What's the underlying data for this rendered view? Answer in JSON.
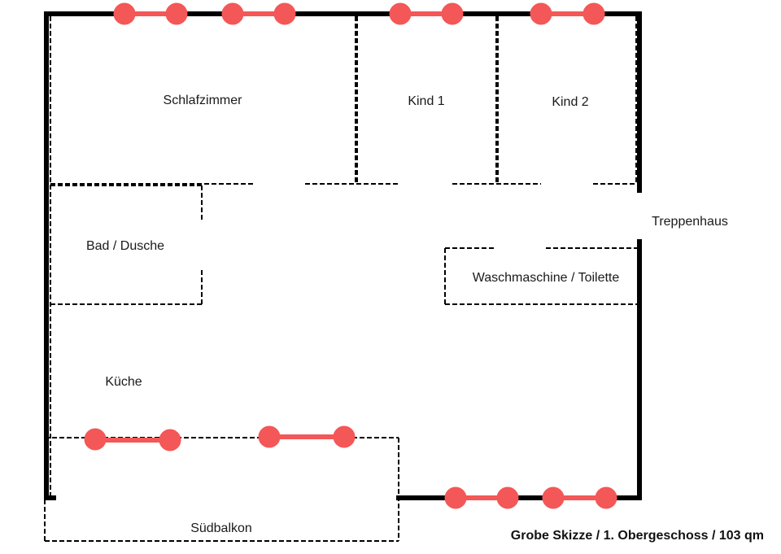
{
  "colors": {
    "wall": "#000000",
    "window": "#f45757",
    "partition": "#000000",
    "background": "#ffffff"
  },
  "rooms": {
    "schlafzimmer": "Schlafzimmer",
    "kind1": "Kind 1",
    "kind2": "Kind 2",
    "treppenhaus": "Treppenhaus",
    "bad": "Bad / Dusche",
    "wasch": "Waschmaschine / Toilette",
    "kueche": "Küche",
    "balkon": "Südbalkon"
  },
  "caption": "Grobe Skizze / 1. Obergeschoss / 103 qm",
  "windows": {
    "count": 8,
    "legend": "window"
  }
}
